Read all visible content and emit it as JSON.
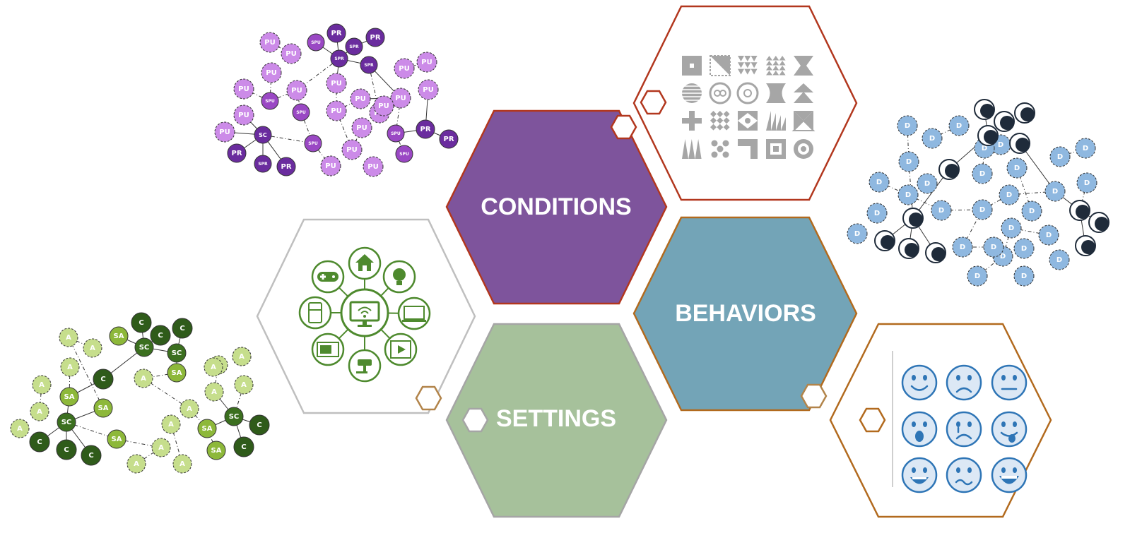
{
  "hexes": {
    "conditions": {
      "label": "CONDITIONS",
      "fill": "#7E549C",
      "stroke": "#B2371E"
    },
    "settings": {
      "label": "SETTINGS",
      "fill": "#A6C19B",
      "stroke": "#A5A5A5"
    },
    "behaviors": {
      "label": "BEHAVIORS",
      "fill": "#73A4B7",
      "stroke": "#B26A1E"
    },
    "patterns": {
      "stroke": "#B2371E",
      "icon_color": "#A6A6A6"
    },
    "devices": {
      "stroke": "#BFBFBF",
      "icon_color": "#4E8A2E"
    },
    "emotions": {
      "stroke": "#B26A1E",
      "icon_color": "#2E75B6"
    }
  },
  "networks": {
    "purple": {
      "colors": {
        "PU": "#CC8BE8",
        "SPU": "#9A48C4",
        "PR": "#6A2C9E",
        "SPR": "#6A2C9E",
        "SC": "#6A2C9E"
      },
      "labels": [
        "PU",
        "PU",
        "PU",
        "PU",
        "PU",
        "PU",
        "PU",
        "PU",
        "PU",
        "PU",
        "PU",
        "PU",
        "PU",
        "PU",
        "PU",
        "PU",
        "PU",
        "PU",
        "PU",
        "PU",
        "SPU",
        "SPU",
        "SPU",
        "SPU",
        "SPU",
        "SPU",
        "SPR",
        "SPR",
        "SPR",
        "SPR",
        "PR",
        "PR",
        "PR",
        "PR",
        "PR",
        "PR",
        "SC"
      ]
    },
    "green": {
      "colors": {
        "A": "#C6DE8C",
        "SA": "#8DB83A",
        "SC": "#3B6F1F",
        "C": "#2F5B1A"
      },
      "labels": [
        "A",
        "A",
        "A",
        "A",
        "A",
        "A",
        "A",
        "A",
        "A",
        "A",
        "A",
        "A",
        "A",
        "A",
        "A",
        "A",
        "A",
        "A",
        "SA",
        "SA",
        "SA",
        "SA",
        "SA",
        "SA",
        "SA",
        "SC",
        "SC",
        "SC",
        "SC",
        "C",
        "C",
        "C",
        "C",
        "C",
        "C",
        "C",
        "C",
        "C"
      ]
    },
    "blue": {
      "colors": {
        "D": "#8FB8E0",
        "dark": "#1F2B3A"
      },
      "labels": [
        "D",
        "D",
        "D",
        "D",
        "D",
        "D",
        "D",
        "D",
        "D",
        "D",
        "D",
        "D",
        "D",
        "D",
        "D",
        "D",
        "D",
        "D",
        "D",
        "D",
        "D",
        "D",
        "D",
        "D",
        "D",
        "D",
        "D",
        "D",
        "D",
        "D"
      ]
    }
  }
}
